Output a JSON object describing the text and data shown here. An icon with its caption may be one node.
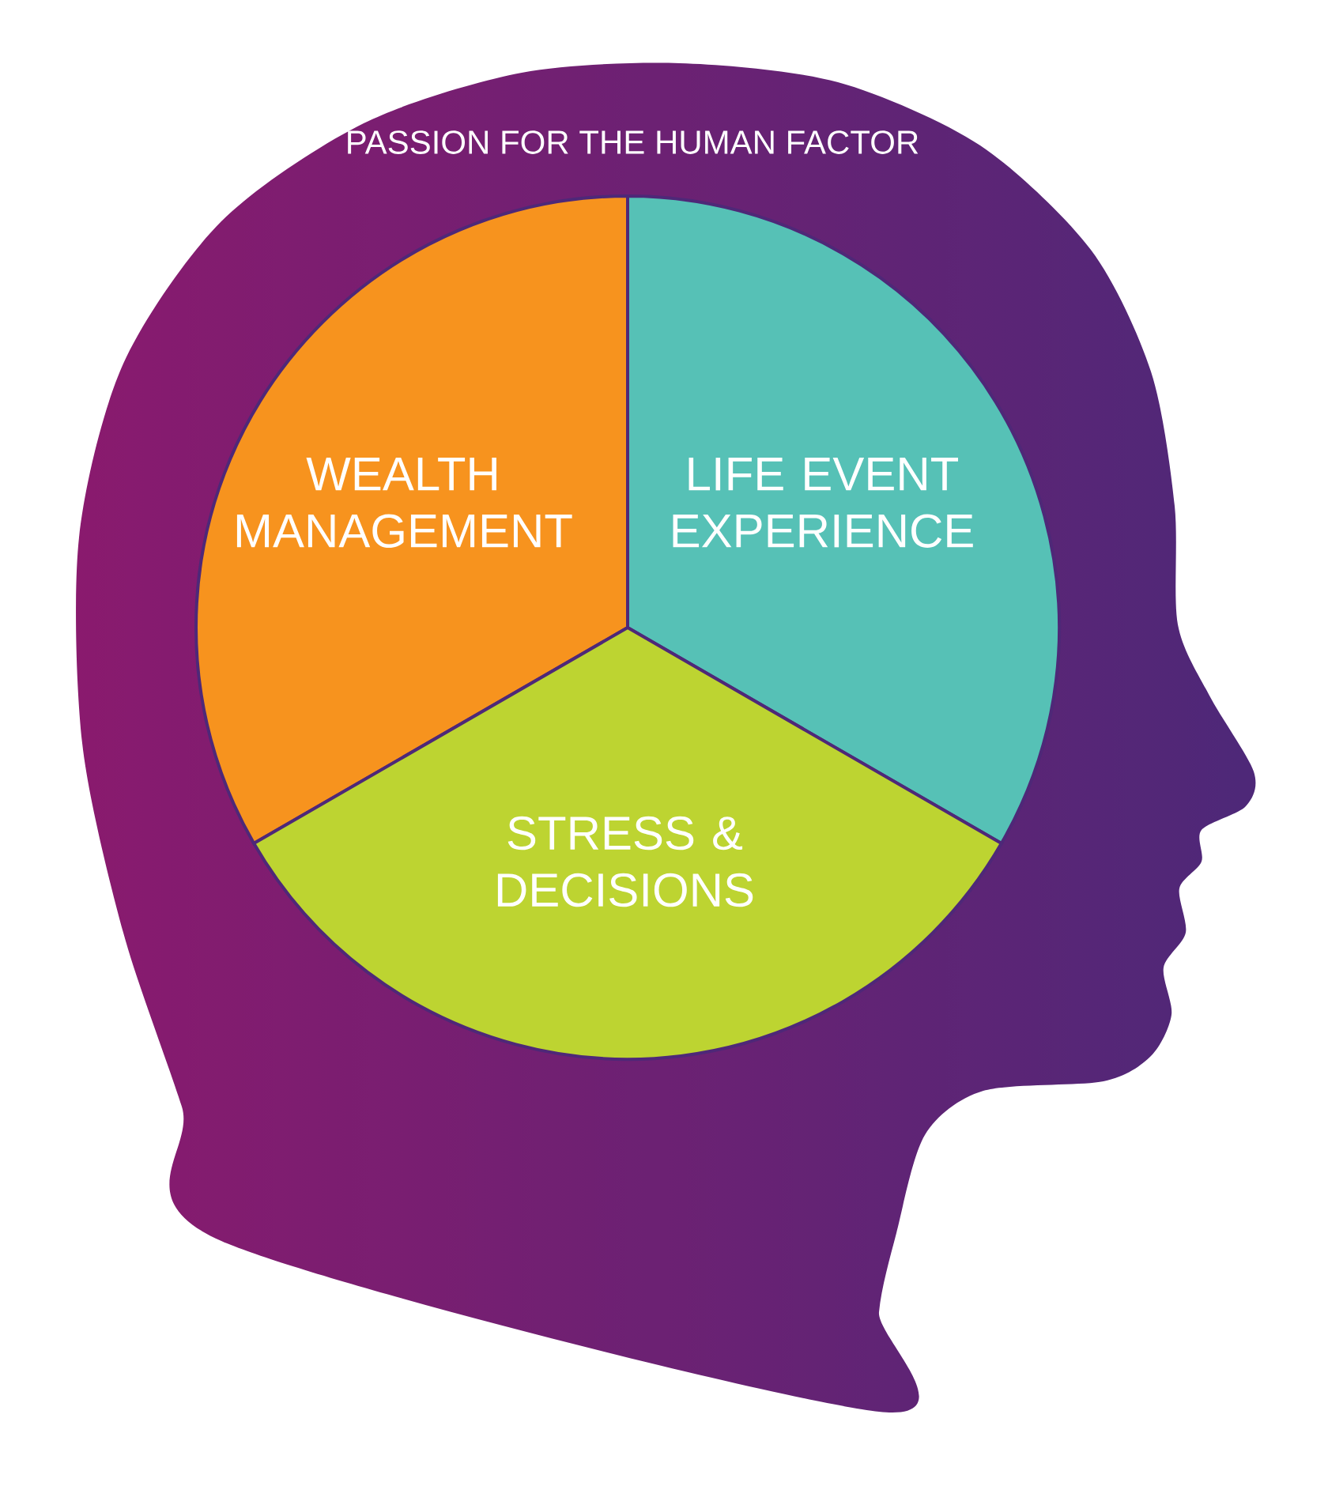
{
  "diagram": {
    "title": "PASSION FOR THE HUMAN FACTOR",
    "nodes": [
      {
        "text": [
          "WEALTH MANAGEMENT"
        ]
      },
      {
        "text": [
          "LIFE EVENT EXPERIENCE"
        ]
      },
      {
        "text": [
          "STRESS & DECISIONS"
        ]
      }
    ]
  }
}
